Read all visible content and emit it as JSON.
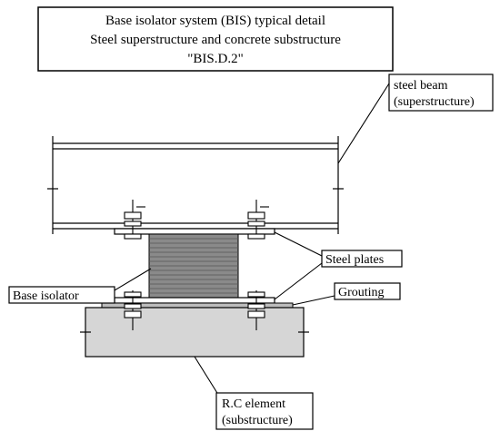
{
  "title": {
    "line1": "Base isolator system (BIS) typical detail",
    "line2": "Steel superstructure and concrete substructure",
    "line3": "\"BIS.D.2\""
  },
  "labels": {
    "steel_beam_1": "steel beam",
    "steel_beam_2": "(superstructure)",
    "steel_plates": "Steel plates",
    "base_isolator": "Base isolator",
    "grouting": "Grouting",
    "rc_element_1": "R.C element",
    "rc_element_2": "(substructure)"
  },
  "colors": {
    "line": "#000000",
    "concrete_fill": "#d6d6d6",
    "isolator_fill": "#8a8a8a",
    "background": "#ffffff"
  }
}
